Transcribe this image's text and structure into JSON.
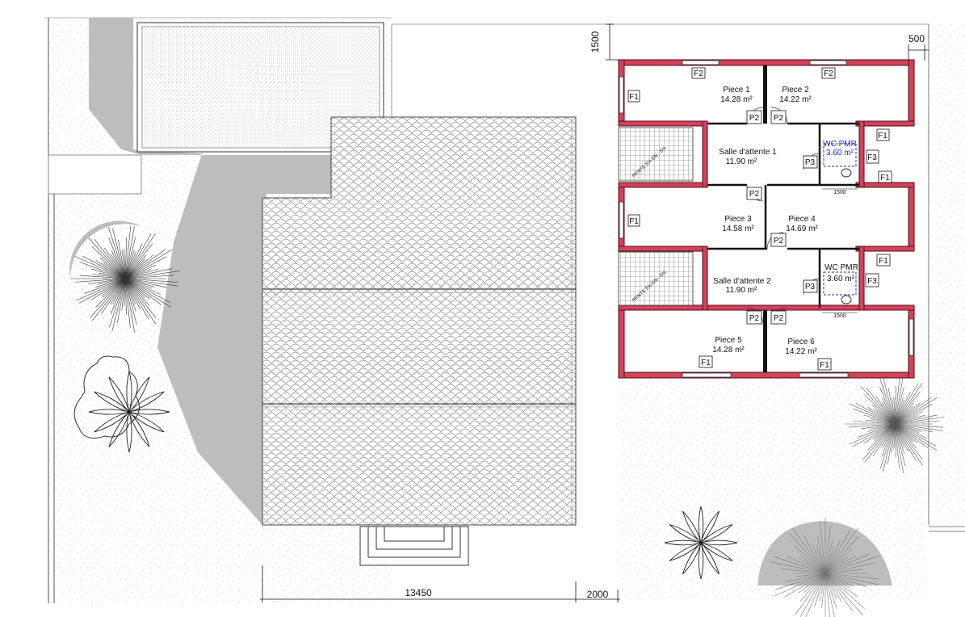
{
  "rooms": {
    "piece1": {
      "name": "Piece 1",
      "area": "14.28 m²"
    },
    "piece2": {
      "name": "Piece 2",
      "area": "14.22 m²"
    },
    "piece3": {
      "name": "Piece 3",
      "area": "14.58 m²"
    },
    "piece4": {
      "name": "Piece 4",
      "area": "14.69 m²"
    },
    "piece5": {
      "name": "Piece 5",
      "area": "14.28 m²"
    },
    "piece6": {
      "name": "Piece 6",
      "area": "14.22 m²"
    },
    "salle1": {
      "name": "Salle d'attente 1",
      "area": "11.90 m²"
    },
    "salle2": {
      "name": "Salle d'attente 2",
      "area": "11.90 m²"
    },
    "wc1": {
      "name": "WC PMR",
      "area": "3.60 m²"
    },
    "wc2": {
      "name": "WC PMR",
      "area": "3.60 m²"
    }
  },
  "tags": {
    "f1": "F1",
    "f2": "F2",
    "f3": "F3",
    "p2": "P2",
    "p3": "P3"
  },
  "dimensions": {
    "d_1500_top": "1500",
    "d_500": "500",
    "d_13450": "13450",
    "d_2000": "2000",
    "d_1500_wc": "1500"
  },
  "ramp_text": "PENTE 5% EN - 5%",
  "colors": {
    "wall": "#8b1a2b",
    "wall_fill": "#d0435a",
    "shadow": "#bdbdbd",
    "roof_line": "#8a8a8a",
    "wc_text": "#1a2ccc"
  }
}
